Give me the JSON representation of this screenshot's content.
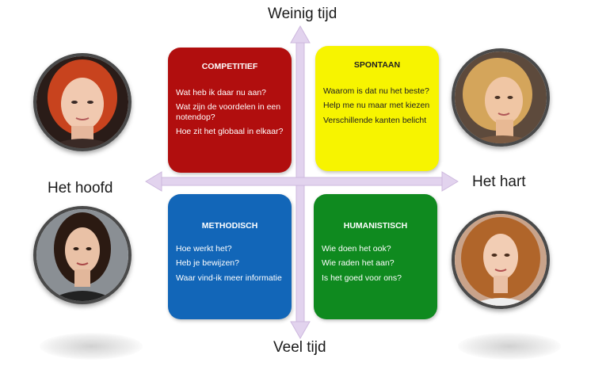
{
  "axes": {
    "top": "Weinig tijd",
    "bottom": "Veel tijd",
    "left": "Het hoofd",
    "right": "Het hart"
  },
  "quadrants": [
    {
      "id": "competitief",
      "title": "COMPETITIEF",
      "color": "#b10e0e",
      "items": [
        "Wat heb ik daar nu aan?",
        "Wat zijn de voordelen in een notendop?",
        "Hoe zit het globaal in elkaar?"
      ]
    },
    {
      "id": "spontaan",
      "title": "SPONTAAN",
      "color": "#f7f400",
      "items": [
        "Waarom is dat nu het beste?",
        "Help me nu maar met kiezen",
        "Verschillende kanten belicht"
      ]
    },
    {
      "id": "methodisch",
      "title": "METHODISCH",
      "color": "#1266b8",
      "items": [
        "Hoe werkt het?",
        "Heb je bewijzen?",
        "Waar vind-ik meer informatie"
      ]
    },
    {
      "id": "humanistisch",
      "title": "HUMANISTISCH",
      "color": "#0f8a1f",
      "items": [
        "Wie doen het ook?",
        "Wie raden het aan?",
        "Is het goed voor ons?"
      ]
    }
  ],
  "portraits": [
    {
      "position": "top-left",
      "hair": "#c8431e"
    },
    {
      "position": "bottom-left",
      "hair": "#2b1a12"
    },
    {
      "position": "top-right",
      "hair": "#d4a55b"
    },
    {
      "position": "bottom-right",
      "hair": "#b0652a"
    }
  ]
}
